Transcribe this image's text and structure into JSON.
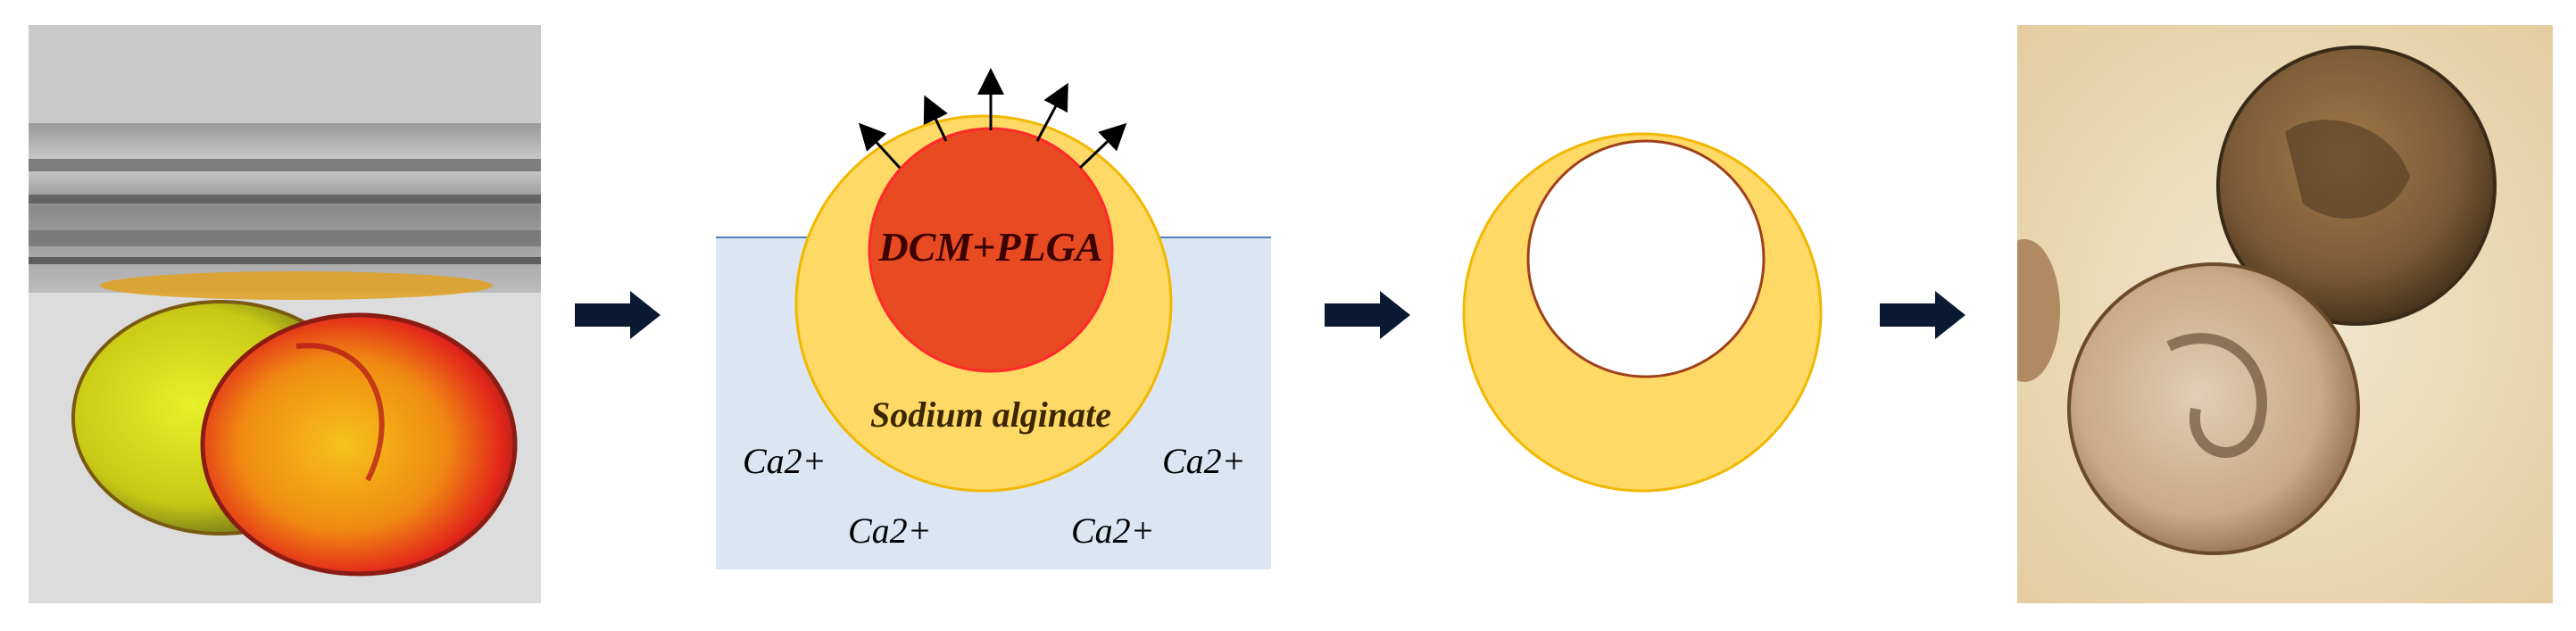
{
  "diagram": {
    "core_label": "DCM+PLGA",
    "shell_label": "Sodium alginate",
    "ion_labels": [
      "Ca2+",
      "Ca2+",
      "Ca2+",
      "Ca2+"
    ]
  },
  "colors": {
    "bath": "#dce6f2",
    "shell": "#ffd966",
    "shell_stroke": "#f2b700",
    "core": "#e84a22",
    "core_stroke": "#ff2a2a",
    "arrow": "#0b1a33"
  },
  "icons": {
    "flow_arrow": "block-right-arrow",
    "evaporation_arrow": "thin-outward-arrow"
  }
}
